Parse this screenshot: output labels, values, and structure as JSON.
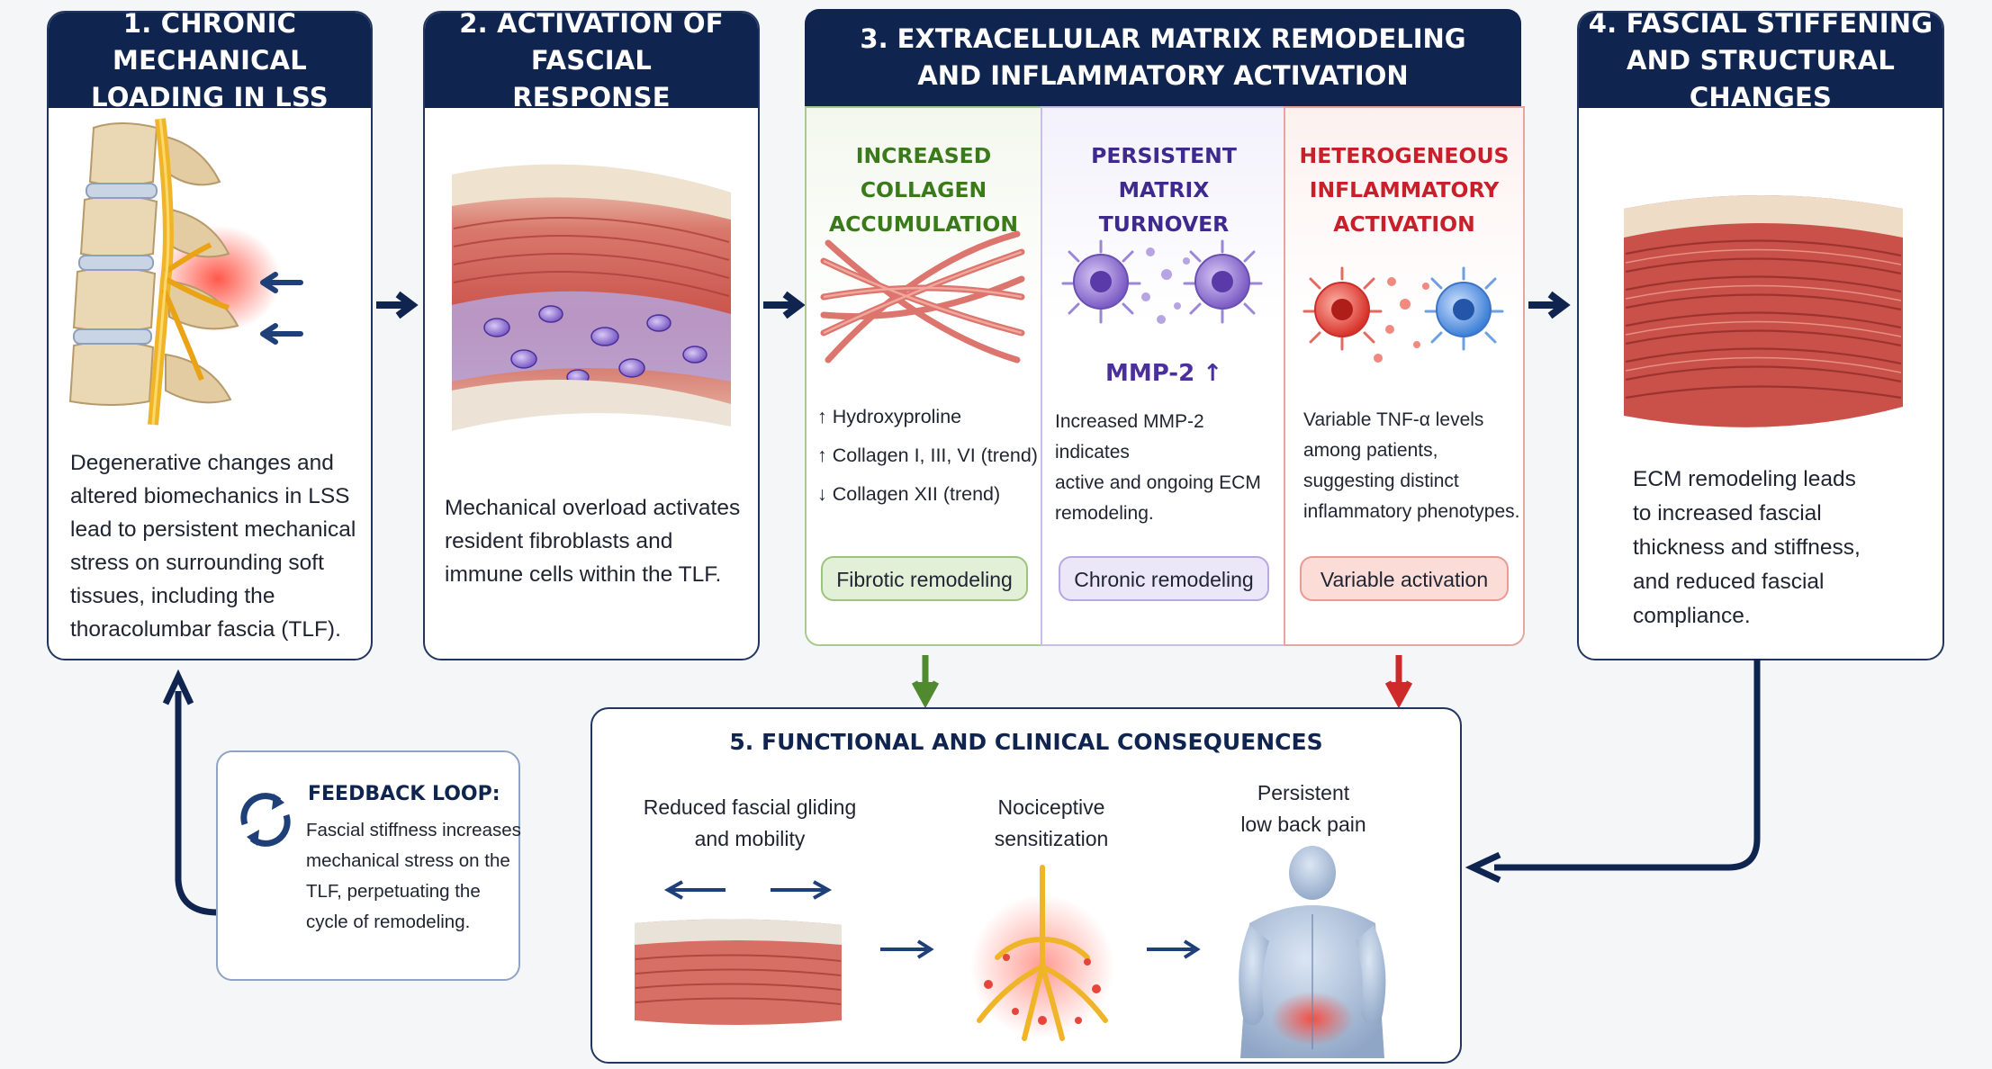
{
  "panel1": {
    "title_line1": "1. CHRONIC MECHANICAL",
    "title_line2": "LOADING IN LSS",
    "body": [
      "Degenerative changes and",
      "altered biomechanics in LSS",
      "lead to persistent mechanical",
      "stress on surrounding soft",
      "tissues, including the",
      "thoracolumbar fascia (TLF)."
    ]
  },
  "panel2": {
    "title_line1": "2. ACTIVATION OF FASCIAL",
    "title_line2": "RESPONSE",
    "body": [
      "Mechanical overload activates",
      "resident fibroblasts and",
      "immune cells within the TLF."
    ]
  },
  "panel3": {
    "title_line1": "3. EXTRACELLULAR MATRIX REMODELING",
    "title_line2": "AND INFLAMMATORY ACTIVATION",
    "col_collagen": {
      "title_line1": "INCREASED COLLAGEN",
      "title_line2": "ACCUMULATION",
      "items": [
        "↑ Hydroxyproline",
        "↑ Collagen I, III, VI (trend)",
        "↓ Collagen XII (trend)"
      ],
      "pill": "Fibrotic remodeling"
    },
    "col_matrix": {
      "title_line1": "PERSISTENT MATRIX",
      "title_line2": "TURNOVER",
      "marker": "MMP-2 ↑",
      "body": [
        "Increased MMP-2 indicates",
        "active and ongoing ECM",
        "remodeling."
      ],
      "pill": "Chronic remodeling"
    },
    "col_inflam": {
      "title_line1": "HETEROGENEOUS",
      "title_line2": "INFLAMMATORY",
      "title_line3": "ACTIVATION",
      "body": [
        "Variable TNF-α levels",
        "among patients,",
        "suggesting distinct",
        "inflammatory phenotypes."
      ],
      "pill": "Variable activation"
    }
  },
  "panel4": {
    "title_line1": "4. FASCIAL STIFFENING",
    "title_line2": "AND STRUCTURAL CHANGES",
    "body": [
      "ECM remodeling leads",
      "to increased fascial",
      "thickness and stiffness,",
      "and reduced fascial",
      "compliance."
    ]
  },
  "panel5": {
    "title": "5. FUNCTIONAL AND CLINICAL CONSEQUENCES",
    "item1": [
      "Reduced fascial gliding",
      "and mobility"
    ],
    "item2": [
      "Nociceptive",
      "sensitization"
    ],
    "item3": [
      "Persistent",
      "low back pain"
    ]
  },
  "feedback": {
    "title": "FEEDBACK LOOP:",
    "body": [
      "Fascial stiffness increases",
      "mechanical stress on the",
      "TLF, perpetuating the",
      "cycle of remodeling."
    ]
  },
  "colors": {
    "navy": "#0f2550",
    "collagen_green": "#3a7a1a",
    "matrix_purple": "#4b2f9a",
    "inflam_red": "#c8202a"
  },
  "icons": [
    "down-arrow-icon",
    "refresh-loop-icon",
    "right-arrow-icon",
    "left-arrow-icon"
  ]
}
